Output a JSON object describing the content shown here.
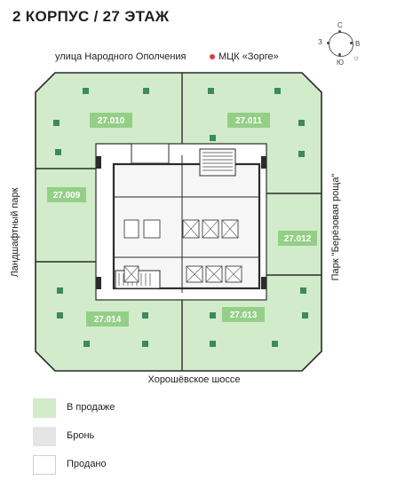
{
  "title": "2 КОРПУС / 27 ЭТАЖ",
  "streets": {
    "top": "улица Народного Ополчения",
    "bottom": "Хорошёвское шоссе",
    "left": "Ландшафтный парк",
    "right": "Парк \"Берёзовая роща\""
  },
  "metro": {
    "label": "МЦК «Зорге»",
    "color": "#e23b3b"
  },
  "compass": {
    "north": "С",
    "east": "В",
    "south": "Ю",
    "west": "З"
  },
  "units": [
    {
      "id": "27.010",
      "status": "В продаже"
    },
    {
      "id": "27.011",
      "status": "В продаже"
    },
    {
      "id": "27.009",
      "status": "В продаже"
    },
    {
      "id": "27.012",
      "status": "В продаже"
    },
    {
      "id": "27.014",
      "status": "В продаже"
    },
    {
      "id": "27.013",
      "status": "В продаже"
    }
  ],
  "legend": [
    {
      "label": "В продаже",
      "color": "#d2ebcb"
    },
    {
      "label": "Бронь",
      "color": "#e5e5e5"
    },
    {
      "label": "Продано",
      "color": "#ffffff"
    }
  ],
  "colors": {
    "available": "#d2ebcb",
    "label_bg": "#93cf86",
    "wall": "#2b2b2b",
    "column": "#3d8b5a"
  }
}
